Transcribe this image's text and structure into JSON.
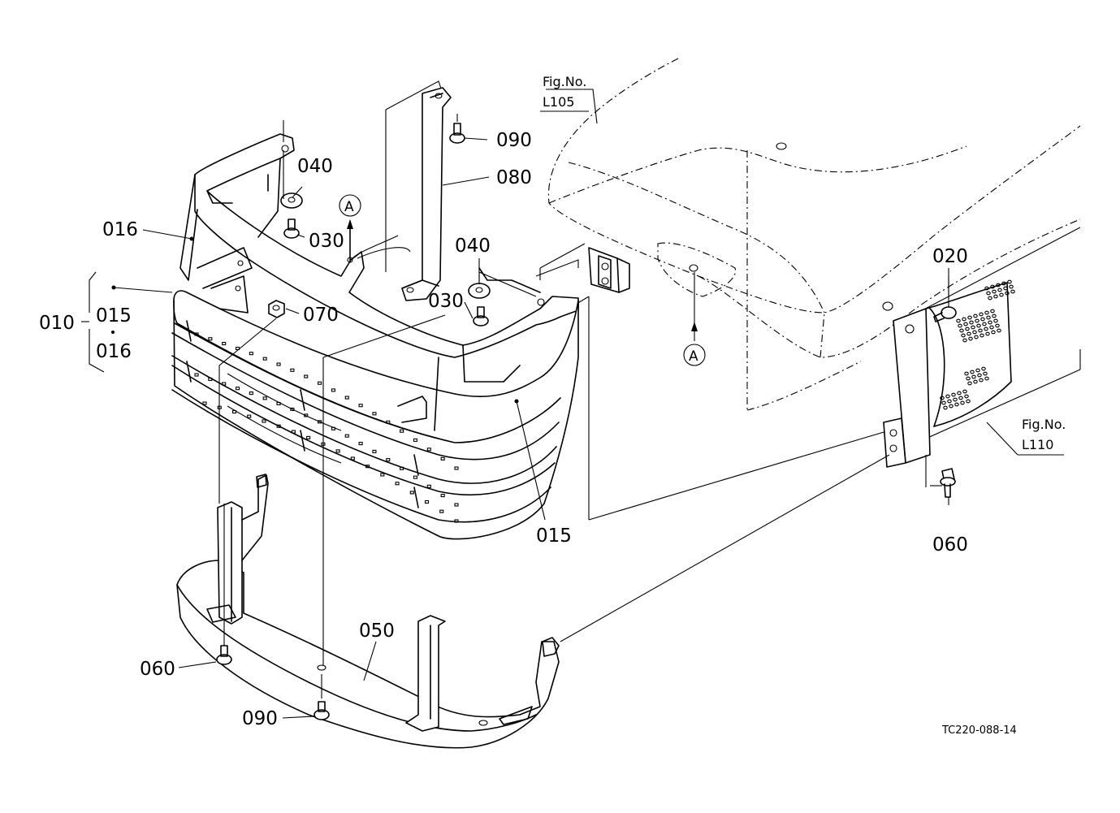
{
  "diagram": {
    "labels": {
      "p010": "010",
      "p015_group": "015",
      "p016_group": "016",
      "p016": "016",
      "p040_top": "040",
      "p030_left": "030",
      "p090_top": "090",
      "p080": "080",
      "p040_right": "040",
      "p030_right": "030",
      "p070": "070",
      "p015": "015",
      "p020": "020",
      "p060_right": "060",
      "p050": "050",
      "p060_left": "060",
      "p090_bottom": "090"
    },
    "references": {
      "marker_a_top": "A",
      "marker_a_right": "A",
      "fig_top_title": "Fig.No.",
      "fig_top_number": "L105",
      "fig_right_title": "Fig.No.",
      "fig_right_number": "L110"
    },
    "drawing_code": "TC220-088-14"
  }
}
